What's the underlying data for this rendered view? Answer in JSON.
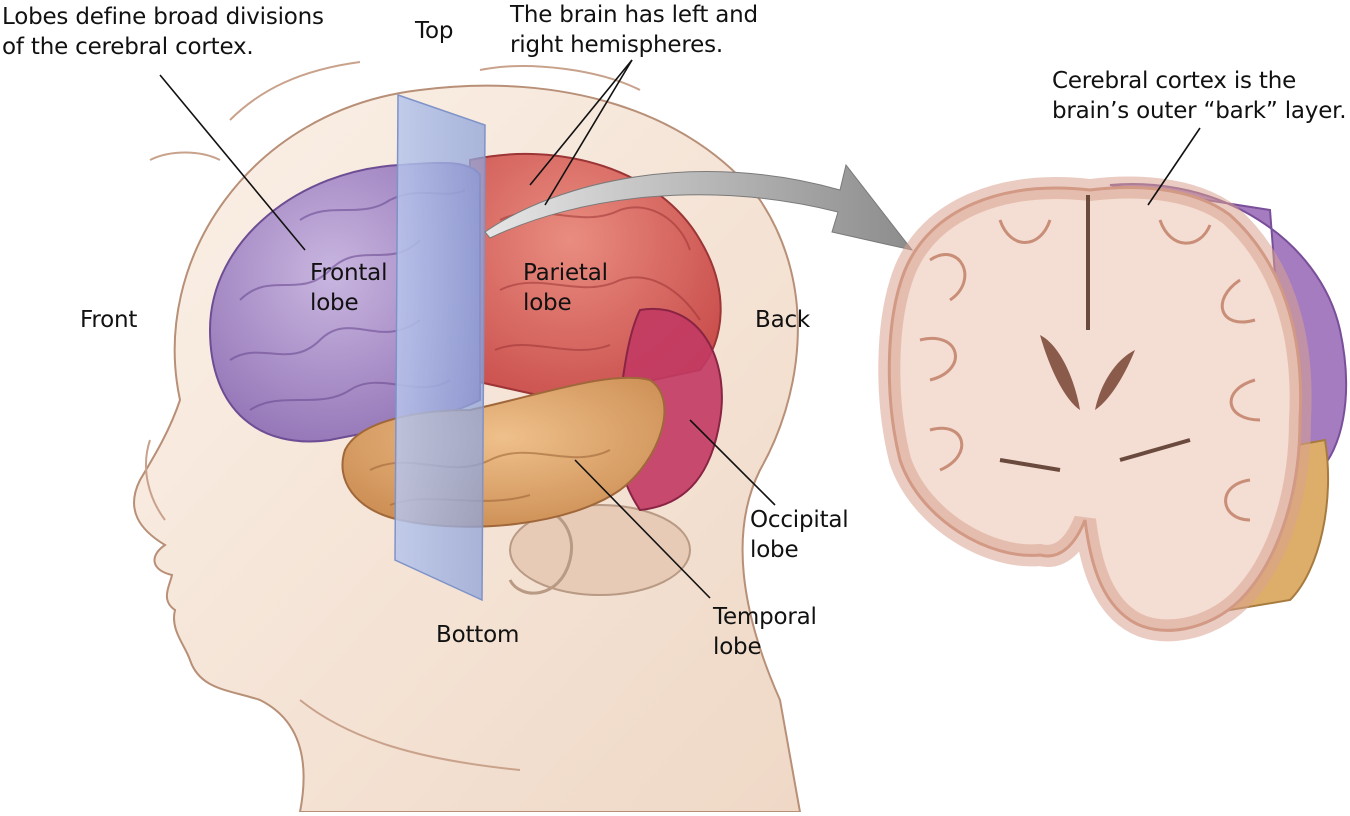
{
  "labels": {
    "lobes_callout_line1": "Lobes define broad divisions",
    "lobes_callout_line2": "of the cerebral cortex.",
    "top": "Top",
    "hemispheres_line1": "The brain has left and",
    "hemispheres_line2": "right hemispheres.",
    "cortex_line1": "Cerebral cortex is the",
    "cortex_line2": "brain’s outer “bark” layer.",
    "frontal_line1": "Frontal",
    "frontal_line2": "lobe",
    "parietal_line1": "Parietal",
    "parietal_line2": "lobe",
    "front": "Front",
    "back": "Back",
    "occipital_line1": "Occipital",
    "occipital_line2": "lobe",
    "temporal_line1": "Temporal",
    "temporal_line2": "lobe",
    "bottom": "Bottom"
  },
  "colors": {
    "frontal": "#a58bc4",
    "parietal": "#d9605c",
    "occipital": "#c23a63",
    "temporal": "#dca26a",
    "skin": "#f6e4d6",
    "section_tissue": "#f4ddd2",
    "section_gray": "#d9a38f",
    "plane": "#9aaedf",
    "arrow": "#9a9a9a"
  }
}
